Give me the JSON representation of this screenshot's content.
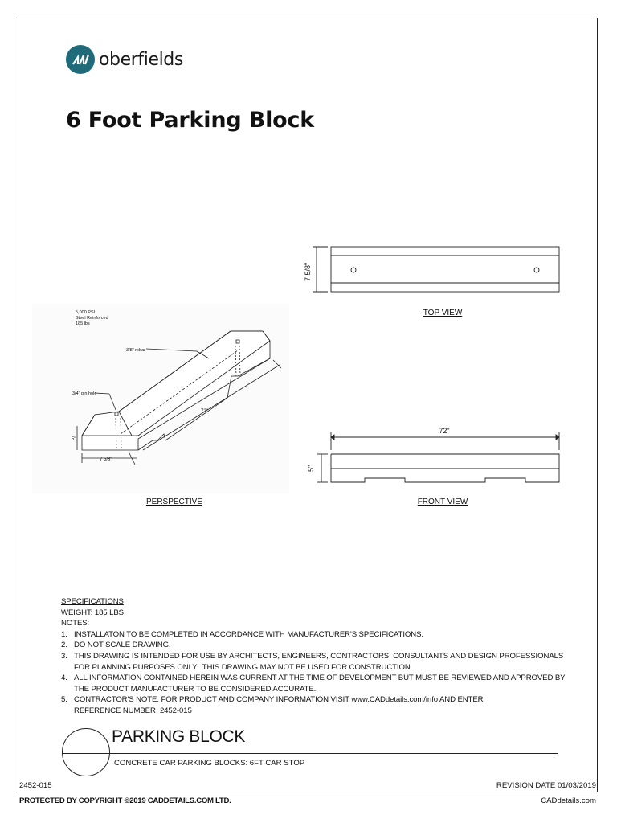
{
  "brand": {
    "name": "oberfields",
    "color": "#1f6b7a"
  },
  "title": "6 Foot Parking Block",
  "perspective": {
    "callouts": [
      "5,000 PSI",
      "Steel Reinforced",
      "185 lbs"
    ],
    "rebar_label": "3/8\" rebar",
    "pinhole_label": "3/4\" pin hole",
    "height_dim": "5\"",
    "width_dim": "7 5/8\"",
    "length_dim": "72\"",
    "caption": "PERSPECTIVE"
  },
  "top_view": {
    "width_dim": "7 5/8\"",
    "caption": "TOP VIEW"
  },
  "front_view": {
    "length_dim": "72\"",
    "height_dim": "5\"",
    "caption": "FRONT VIEW"
  },
  "specifications": {
    "heading": "SPECIFICATIONS",
    "weight": "WEIGHT: 185 LBS",
    "notes_heading": "NOTES:",
    "notes": [
      {
        "num": "1.",
        "lines": [
          "INSTALLATON TO BE COMPLETED IN ACCORDANCE WITH MANUFACTURER'S SPECIFICATIONS."
        ]
      },
      {
        "num": "2.",
        "lines": [
          "DO NOT SCALE DRAWING."
        ]
      },
      {
        "num": "3.",
        "lines": [
          "THIS DRAWING IS INTENDED FOR USE BY ARCHITECTS, ENGINEERS, CONTRACTORS, CONSULTANTS AND DESIGN PROFESSIONALS",
          "FOR PLANNING PURPOSES ONLY.  THIS DRAWING MAY NOT BE USED FOR CONSTRUCTION."
        ]
      },
      {
        "num": "4.",
        "lines": [
          "ALL INFORMATION CONTAINED HEREIN WAS CURRENT AT THE TIME OF DEVELOPMENT BUT MUST BE REVIEWED AND APPROVED BY",
          "THE PRODUCT MANUFACTURER TO BE CONSIDERED ACCURATE."
        ]
      },
      {
        "num": "5.",
        "lines": [
          "CONTRACTOR'S NOTE: FOR PRODUCT AND COMPANY INFORMATION VISIT www.CADdetails.com/info AND ENTER",
          "REFERENCE NUMBER  2452-015"
        ]
      }
    ]
  },
  "title_block": {
    "title": "PARKING BLOCK",
    "subtitle": "CONCRETE CAR PARKING BLOCKS: 6FT CAR STOP"
  },
  "footer": {
    "ref": "2452-015",
    "revision": "REVISION DATE 01/03/2019",
    "copyright": "PROTECTED BY COPYRIGHT ©2019 CADDETAILS.COM LTD.",
    "site": "CADdetails.com"
  }
}
